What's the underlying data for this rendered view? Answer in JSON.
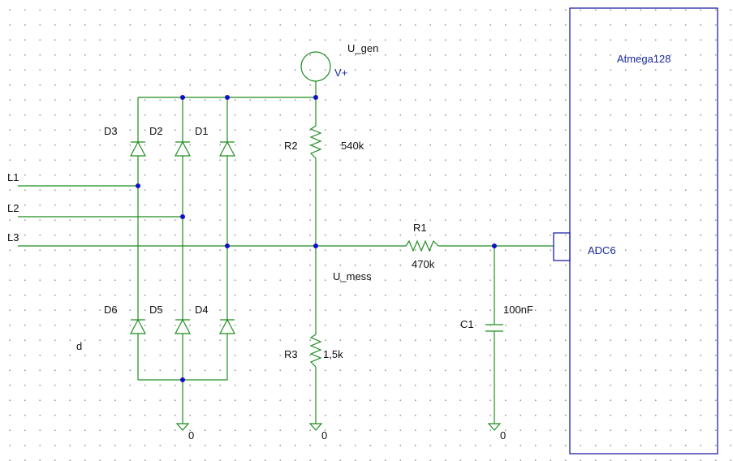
{
  "source": {
    "name": "U_gen",
    "pin": "V+"
  },
  "diodes": {
    "top": [
      "D3",
      "D2",
      "D1"
    ],
    "bottom": [
      "D6",
      "D5",
      "D4"
    ]
  },
  "inputs": [
    "L1",
    "L2",
    "L3"
  ],
  "resistors": {
    "r2": {
      "name": "R2",
      "value": "540k"
    },
    "r1": {
      "name": "R1",
      "value": "470k"
    },
    "r3": {
      "name": "R3",
      "value": "1,5k"
    }
  },
  "capacitor": {
    "name": "C1",
    "value": "100nF"
  },
  "net_label": "U_mess",
  "stray_text": "d",
  "mcu": {
    "name": "Atmega128",
    "pin": "ADC6"
  },
  "grounds": [
    "0",
    "0",
    "0"
  ]
}
